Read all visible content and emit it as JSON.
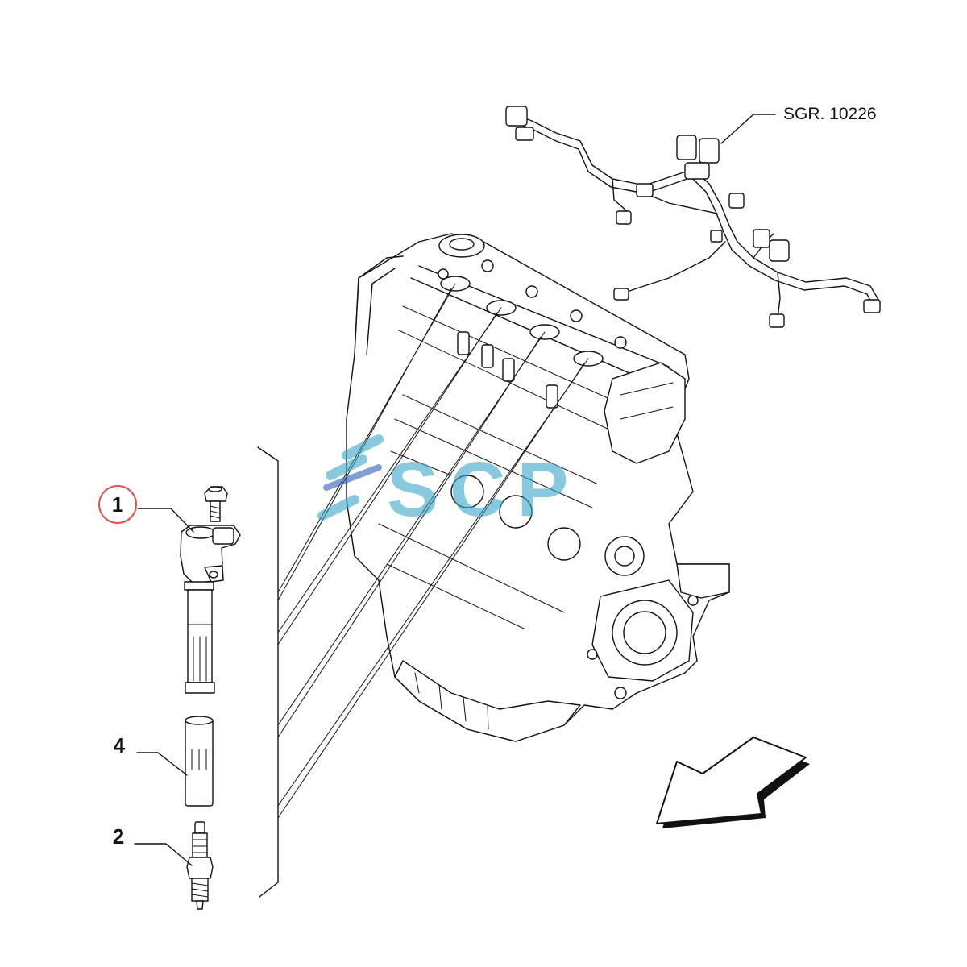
{
  "diagram": {
    "callouts": [
      {
        "id": "1",
        "label": "1",
        "circled": true
      },
      {
        "id": "4",
        "label": "4",
        "circled": false
      },
      {
        "id": "2",
        "label": "2",
        "circled": false
      }
    ],
    "harness_reference": "SGR. 10226",
    "watermark": "SCP",
    "colors": {
      "line": "#111111",
      "callout_circle": "#d9534f",
      "watermark_primary": "#3aa6c9",
      "watermark_accent": "#2f5fb8"
    }
  }
}
